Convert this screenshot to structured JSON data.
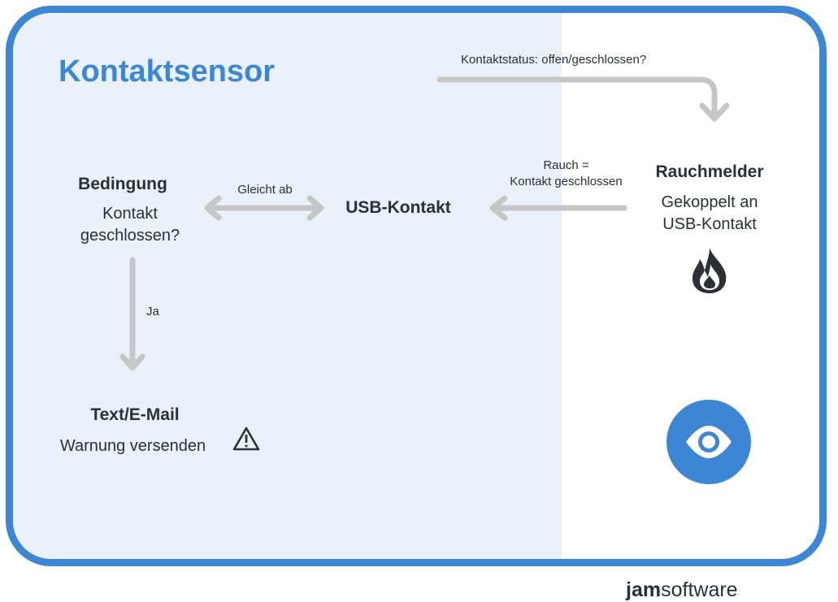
{
  "title": "Kontaktsensor",
  "top_arrow_label": "Kontaktstatus: offen/geschlossen?",
  "smoke": {
    "arrow_label_line1": "Rauch =",
    "arrow_label_line2": "Kontakt geschlossen",
    "heading": "Rauchmelder",
    "line1": "Gekoppelt an",
    "line2": "USB-Kontakt",
    "icon": "fire-icon"
  },
  "usb": {
    "heading": "USB-Kontakt"
  },
  "condition": {
    "heading": "Bedingung",
    "line1": "Kontakt",
    "line2": "geschlossen?",
    "compare_label": "Gleicht ab",
    "yes_label": "Ja"
  },
  "action": {
    "heading": "Text/E-Mail",
    "line1": "Warnung versenden",
    "icon": "warning-icon"
  },
  "eye_icon": "eye-icon",
  "logo": {
    "part1": "jam",
    "part2": "software"
  },
  "colors": {
    "accent": "#3d86d3",
    "panel": "#eaf1fb",
    "arrow": "#c6c6c6",
    "text": "#2b2f36"
  }
}
